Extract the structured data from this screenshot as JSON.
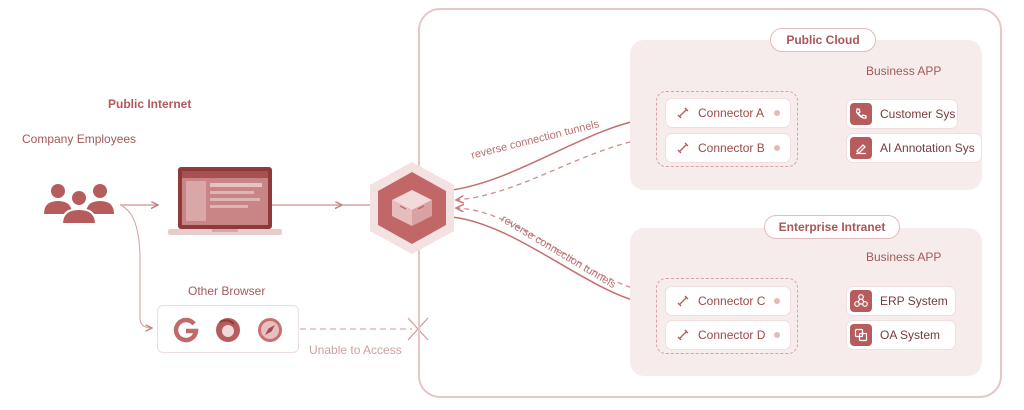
{
  "left": {
    "public_internet": "Public Internet",
    "company_employees": "Company Employees",
    "other_browser": "Other Browser",
    "unable_to_access": "Unable to Access"
  },
  "tunnels": {
    "upper": "reverse connection tunnels",
    "lower": "reverse connection tunnels"
  },
  "cloud": {
    "title": "Public Cloud",
    "business_app": "Business APP",
    "connectors": [
      "Connector A",
      "Connector B"
    ],
    "apps": [
      {
        "label": "Customer Sys",
        "icon": "phone-icon"
      },
      {
        "label": "AI Annotation Sys",
        "icon": "pen-icon"
      }
    ]
  },
  "intranet": {
    "title": "Enterprise Intranet",
    "business_app": "Business APP",
    "connectors": [
      "Connector C",
      "Connector D"
    ],
    "apps": [
      {
        "label": "ERP System",
        "icon": "network-icon"
      },
      {
        "label": "OA System",
        "icon": "windows-icon"
      }
    ]
  },
  "colors": {
    "accent": "#b65c5c",
    "line": "#c97c7c",
    "zone_bg": "#f7ecec"
  }
}
